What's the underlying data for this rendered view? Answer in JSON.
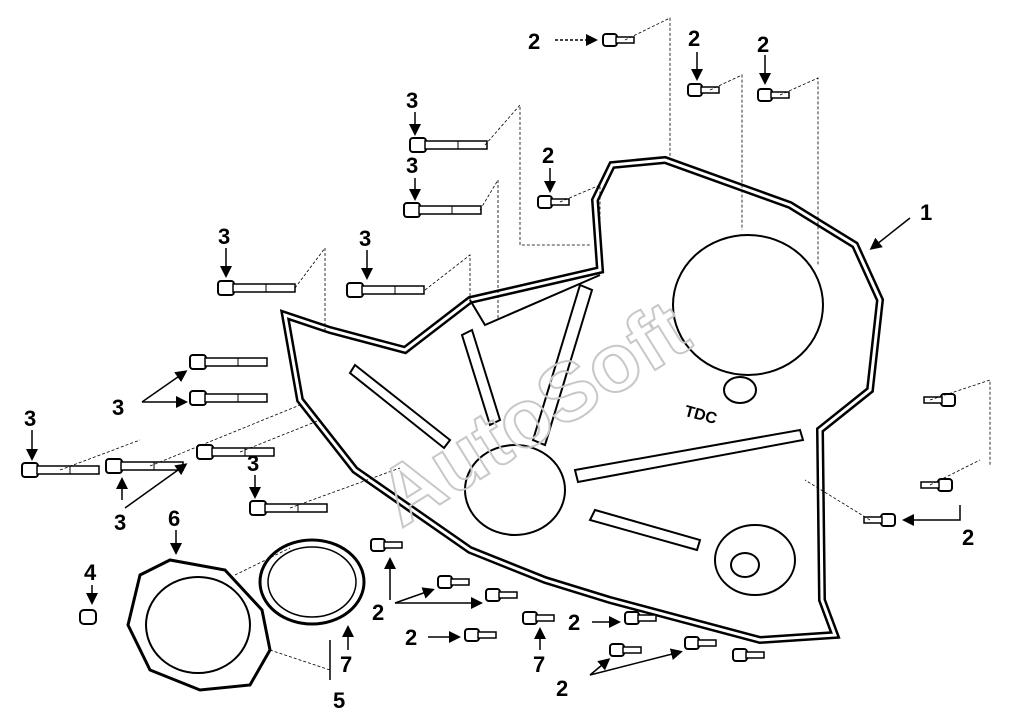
{
  "diagram": {
    "watermark": "AutoSoft",
    "stamp": "TDC",
    "callout_labels": {
      "cover": "1",
      "capscrew": "2",
      "bolt": "3",
      "nut": "4",
      "seal": "5",
      "retainer": "6",
      "gasket": "7"
    }
  },
  "colors": {
    "line": "#000000",
    "background": "#ffffff",
    "watermark": "#c8c8c8"
  }
}
